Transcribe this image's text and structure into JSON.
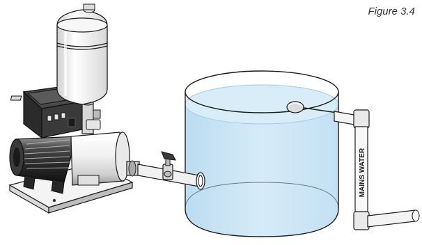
{
  "figure": {
    "caption": "Figure 3.4"
  },
  "labels": {
    "mains_pipe": "MAINS WATER"
  },
  "colors": {
    "water": "#cfe6f5",
    "water_edge": "#9ccbe8",
    "line": "#1a1a1a",
    "metal_light": "#f3f3f3",
    "metal_dark": "#2a2a2a",
    "float_ball": "#dcdcdc"
  },
  "components": {
    "pressure_vessel": "pressure-vessel",
    "pump": "booster-pump",
    "tank": "storage-tank",
    "float_valve": "float-valve",
    "outlet_valve": "outlet-valve",
    "inlet_pipe": "mains-inlet-pipe"
  }
}
